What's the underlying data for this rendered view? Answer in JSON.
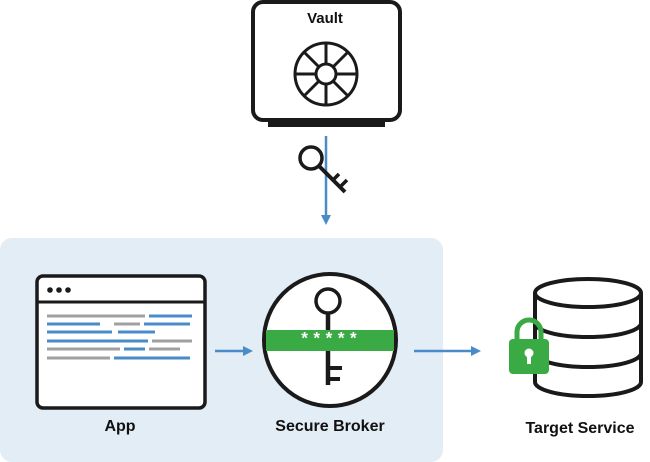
{
  "labels": {
    "vault": "Vault",
    "app": "App",
    "secure_broker": "Secure Broker",
    "target_service": "Target Service",
    "masked_secret": "*****"
  },
  "icons": {
    "vault": "vault-safe-icon",
    "key": "key-icon",
    "app": "app-window-icon",
    "broker": "broker-key-icon",
    "database": "database-icon",
    "lock": "padlock-icon"
  },
  "colors": {
    "zone_background": "#e3edf6",
    "arrow": "#4a8cc7",
    "masked_bar": "#3aaa45",
    "lock": "#3aaa45",
    "line_blue": "#4a8cc7",
    "line_gray": "#a0a0a0",
    "stroke": "#1a1a1a"
  }
}
